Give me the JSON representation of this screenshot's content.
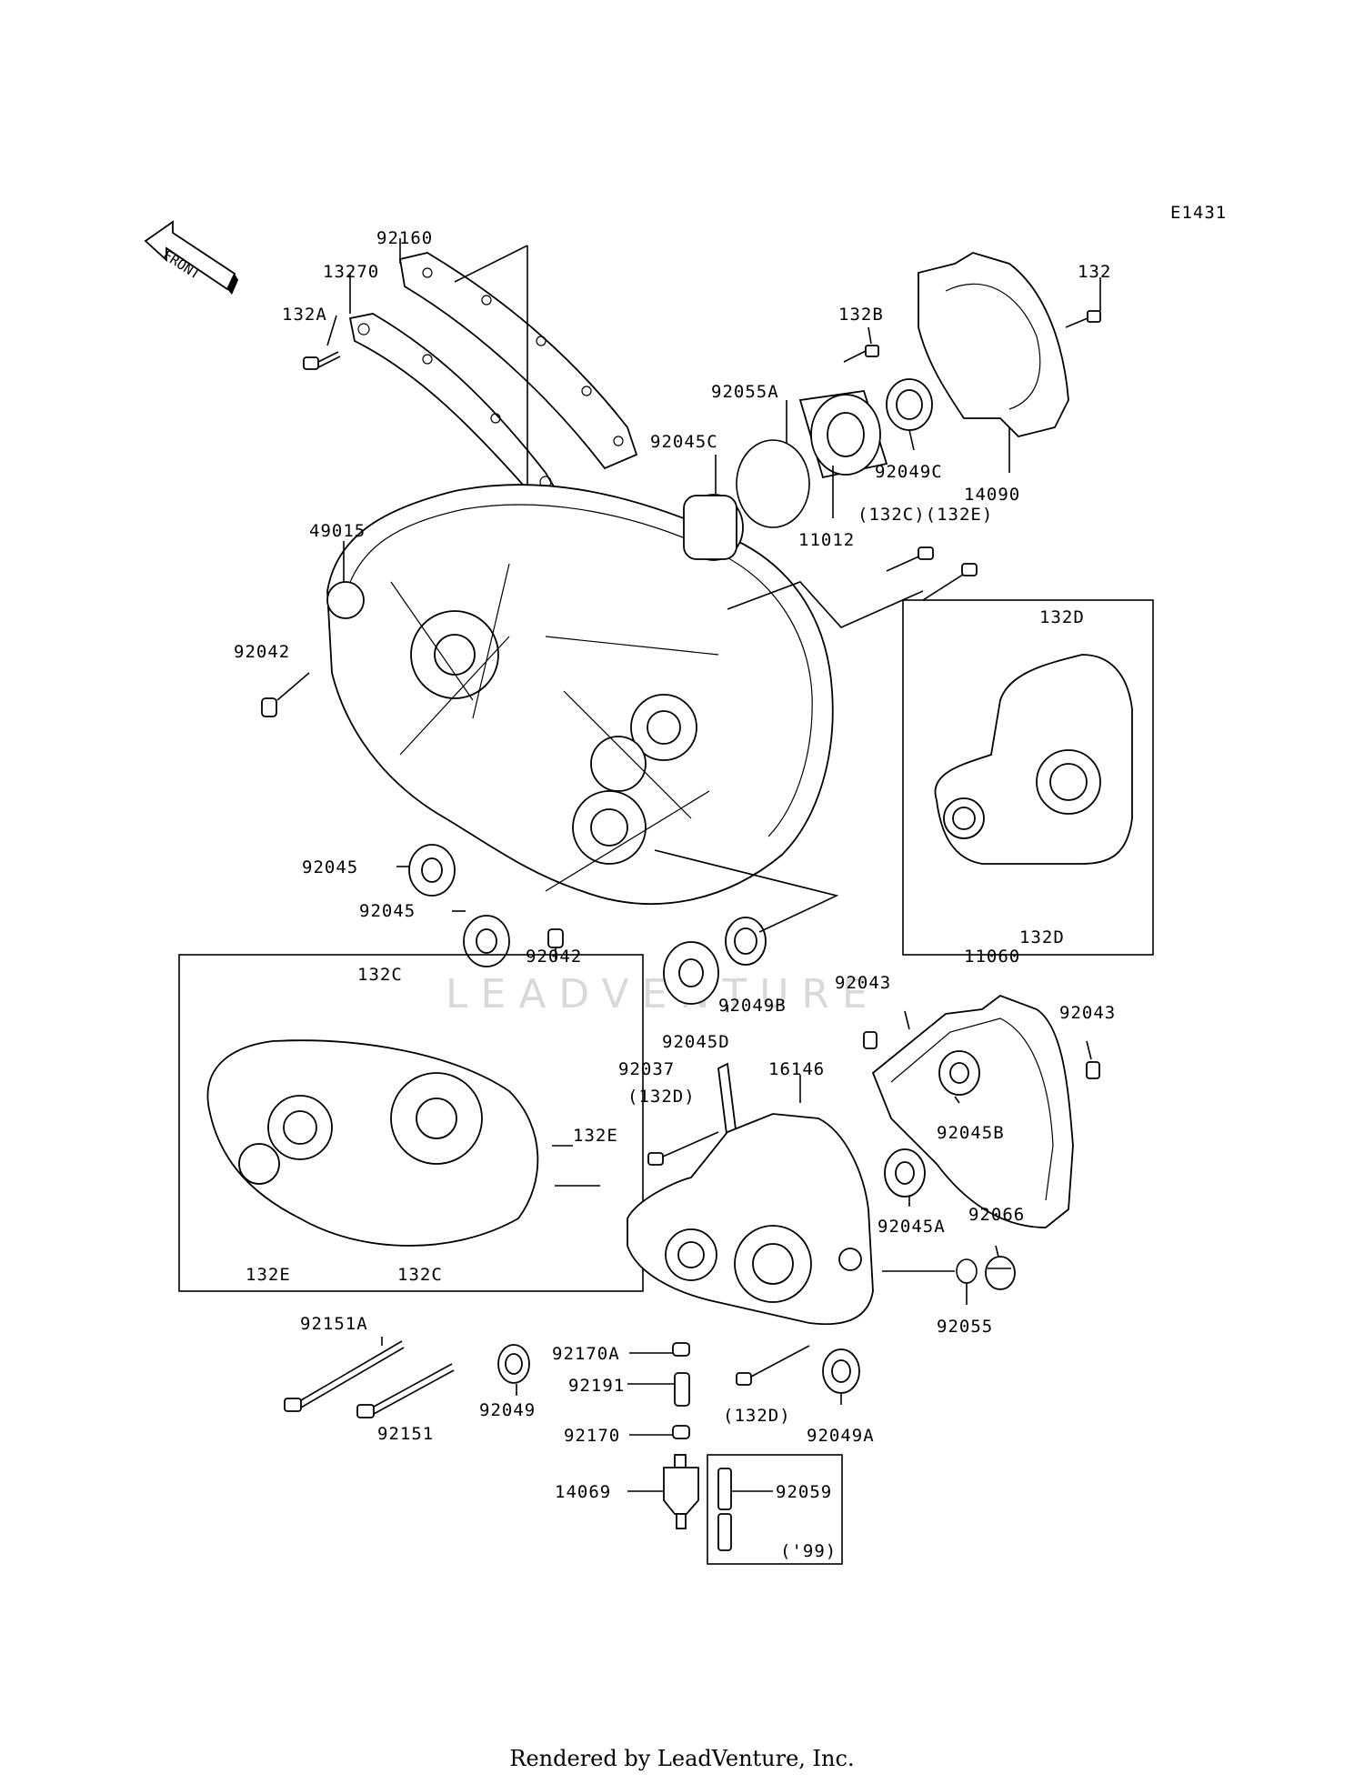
{
  "diagram_code": "E1431",
  "front_label": "FRONT",
  "watermark": "LEADVENTURE",
  "footer": "Rendered by LeadVenture, Inc.",
  "callouts": {
    "p92160": "92160",
    "p13270": "13270",
    "p132A": "132A",
    "p132B": "132B",
    "p132": "132",
    "p92055A": "92055A",
    "p92045C": "92045C",
    "p92049C": "92049C",
    "p14090": "14090",
    "p11012": "11012",
    "p132C_132E": "(132C)(132E)",
    "p49015": "49015",
    "p92042a": "92042",
    "p132D_top": "132D",
    "p132D_bottom": "132D",
    "p92045a": "92045",
    "p92045b": "92045",
    "p92042b": "92042",
    "p92049B": "92049B",
    "p92045D": "92045D",
    "p92043a": "92043",
    "p11060": "11060",
    "p92043b": "92043",
    "p132C_top": "132C",
    "p132E_right": "132E",
    "p132E_bottom": "132E",
    "p132C_bottom": "132C",
    "p92037": "92037",
    "p132D_paren1": "(132D)",
    "p16146": "16146",
    "p92045B": "92045B",
    "p92045A": "92045A",
    "p92066": "92066",
    "p92055": "92055",
    "p92151A": "92151A",
    "p92151": "92151",
    "p92049": "92049",
    "p92170A": "92170A",
    "p92191": "92191",
    "p92170": "92170",
    "p132D_paren2": "(132D)",
    "p92049A": "92049A",
    "p14069": "14069",
    "p92059": "92059",
    "p99": "('99)"
  }
}
